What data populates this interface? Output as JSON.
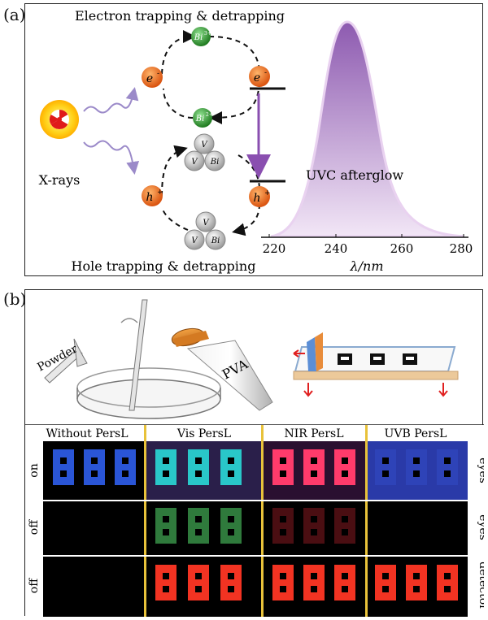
{
  "panel_a": {
    "label": "(a)",
    "top_title": "Electron trapping & detrapping",
    "bottom_title": "Hole trapping & detrapping",
    "xray_label": "X-rays",
    "electron_symbol": "e",
    "electron_sup": "-",
    "hole_symbol": "h",
    "hole_sup": "+",
    "bi3": "Bi",
    "bi3_sup": "3+",
    "bi2": "Bi",
    "bi2_sup": "2+",
    "defects_top": [
      "V",
      "V",
      "Bi"
    ],
    "defects_bottom": [
      "V",
      "V",
      "Bi"
    ],
    "spectrum_label": "UVC afterglow",
    "x_ticks": [
      "220",
      "240",
      "260",
      "280"
    ],
    "x_axis_label": "λ/nm",
    "colors": {
      "spectrum": "#9a6ab8",
      "electron": "#e8661e",
      "bi_ion": "#3a9a3a",
      "defect": "#bfbfbf"
    }
  },
  "panel_b": {
    "label": "(b)",
    "powder_label": "Powder",
    "pva_label": "PVA",
    "column_headers": [
      "Without PersL",
      "Vis PersL",
      "NIR PersL",
      "UVB PersL"
    ],
    "row_labels": [
      "on",
      "off",
      "off"
    ],
    "right_labels": [
      "eyes",
      "eyes",
      "detector"
    ],
    "colors": {
      "without": "#2a55d6",
      "vis_on": "#29c7c9",
      "vis_off": "#2f7a3c",
      "nir_on": "#ff3b6b",
      "nir_off": "#4a0e12",
      "uvb_on": "#2e43b8",
      "detector": "#f23322",
      "divider": "#e8c23a"
    }
  }
}
